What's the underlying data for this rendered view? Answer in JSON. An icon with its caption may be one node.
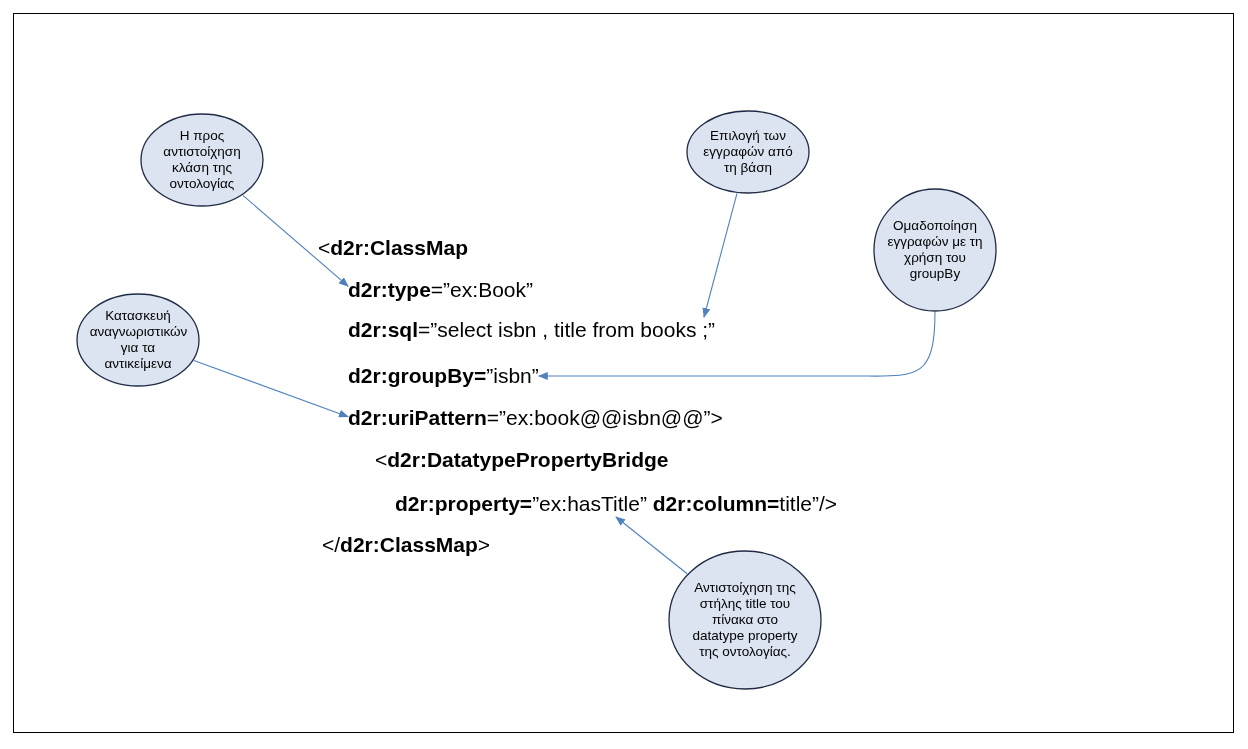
{
  "diagram": {
    "nodes": [
      {
        "text": [
          "Η προς αντιστοίχηση κλάση της οντολογίας"
        ]
      },
      {
        "text": [
          "Επιλογή των εγγραφών από τη βάση"
        ]
      },
      {
        "text": [
          "Ομαδοποίηση εγγραφών με τη χρήση του groupBy"
        ]
      },
      {
        "text": [
          "Κατασκευή αναγνωριστικών για τα αντικείμενα"
        ]
      },
      {
        "text": [
          "Αντιστοίχηση της στήλης title του πίνακα στο datatype property της οντολογίας."
        ]
      },
      {
        "text": [
          "<**d2r:ClassMap**"
        ]
      },
      {
        "text": [
          "**d2r:type**=”ex:Book”"
        ]
      },
      {
        "text": [
          "**d2r:sql**=”select isbn , title from books ;”"
        ]
      },
      {
        "text": [
          "**d2r:groupBy=**”isbn”"
        ]
      },
      {
        "text": [
          "**d2r:uriPattern**=”ex:book@@isbn@@”>"
        ]
      },
      {
        "text": [
          "<**d2r:DatatypePropertyBridge**"
        ]
      },
      {
        "text": [
          "**d2r:property=**”ex:hasTitle”  **d2r:column=**title”/>"
        ]
      },
      {
        "text": [
          "</**d2r:ClassMap**>"
        ]
      }
    ],
    "edges": [
      {
        "from": 0,
        "to": 6,
        "arrow": "to"
      },
      {
        "from": 1,
        "to": 7,
        "arrow": "to"
      },
      {
        "from": 2,
        "to": 8,
        "arrow": "to"
      },
      {
        "from": 3,
        "to": 9,
        "arrow": "to"
      },
      {
        "from": 4,
        "to": 11,
        "arrow": "to"
      }
    ]
  }
}
